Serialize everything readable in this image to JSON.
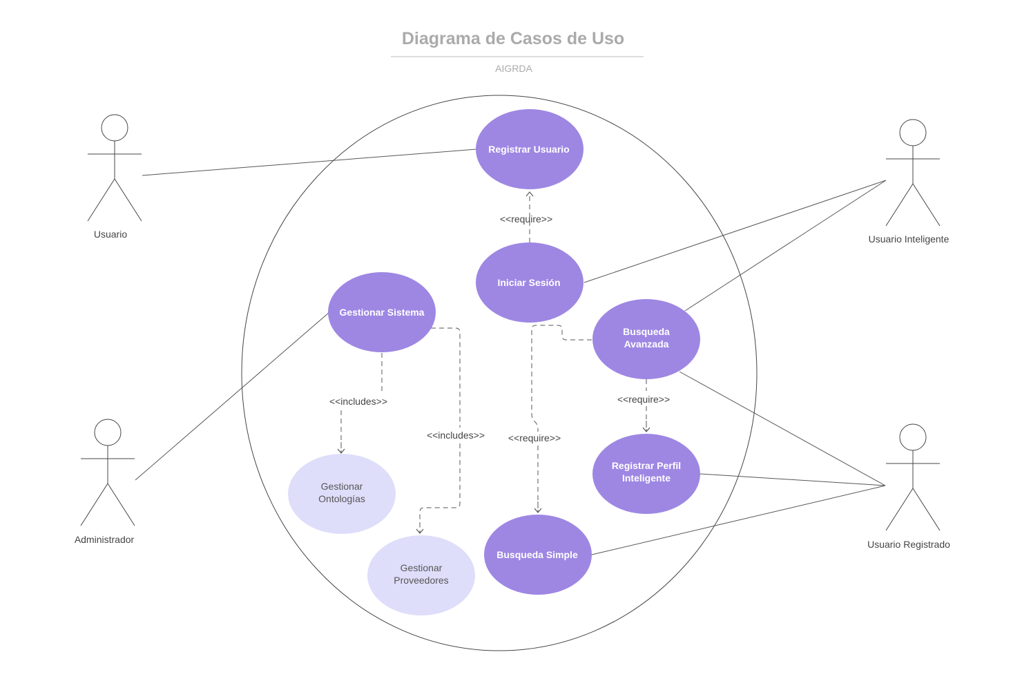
{
  "header": {
    "title": "Diagrama de Casos de Uso",
    "subtitle": "AIGRDA"
  },
  "colors": {
    "primary_usecase": "#9e87e3",
    "secondary_usecase": "#dedefb",
    "line": "#555555",
    "title_text": "#aaaaaa",
    "actor_text": "#444444"
  },
  "actors": {
    "usuario": "Usuario",
    "usuario_inteligente": "Usuario Inteligente",
    "administrador": "Administrador",
    "usuario_registrado": "Usuario Registrado"
  },
  "use_cases": {
    "registrar_usuario": [
      "Registrar Usuario"
    ],
    "iniciar_sesion": [
      "Iniciar Sesión"
    ],
    "gestionar_sistema": [
      "Gestionar Sistema"
    ],
    "busqueda_avanzada": [
      "Busqueda",
      "Avanzada"
    ],
    "registrar_perfil": [
      "Registrar Perfil",
      "Inteligente"
    ],
    "busqueda_simple": [
      "Busqueda Simple"
    ],
    "gestionar_ontologias": [
      "Gestionar",
      "Ontologías"
    ],
    "gestionar_proveedores": [
      "Gestionar",
      "Proveedores"
    ]
  },
  "relations": {
    "require_1": "<<require>>",
    "require_2": "<<require>>",
    "require_3": "<<require>>",
    "includes_1": "<<includes>>",
    "includes_2": "<<includes>>"
  }
}
